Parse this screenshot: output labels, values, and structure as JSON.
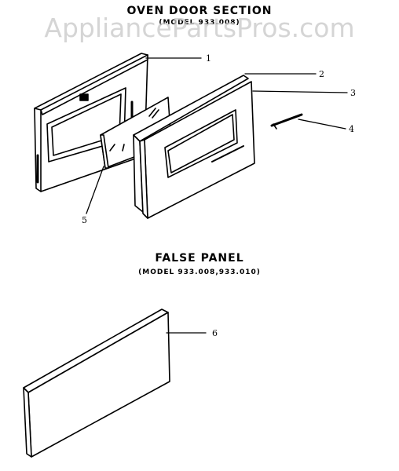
{
  "watermark": "AppliancePartsPros.com",
  "oven_section": {
    "title": "OVEN DOOR SECTION",
    "model_line": "(MODEL 933.008)"
  },
  "false_panel": {
    "title": "FALSE PANEL",
    "model_line": "(MODEL 933.008,933.010)"
  },
  "callouts": [
    "1",
    "2",
    "3",
    "4",
    "5",
    "6"
  ]
}
